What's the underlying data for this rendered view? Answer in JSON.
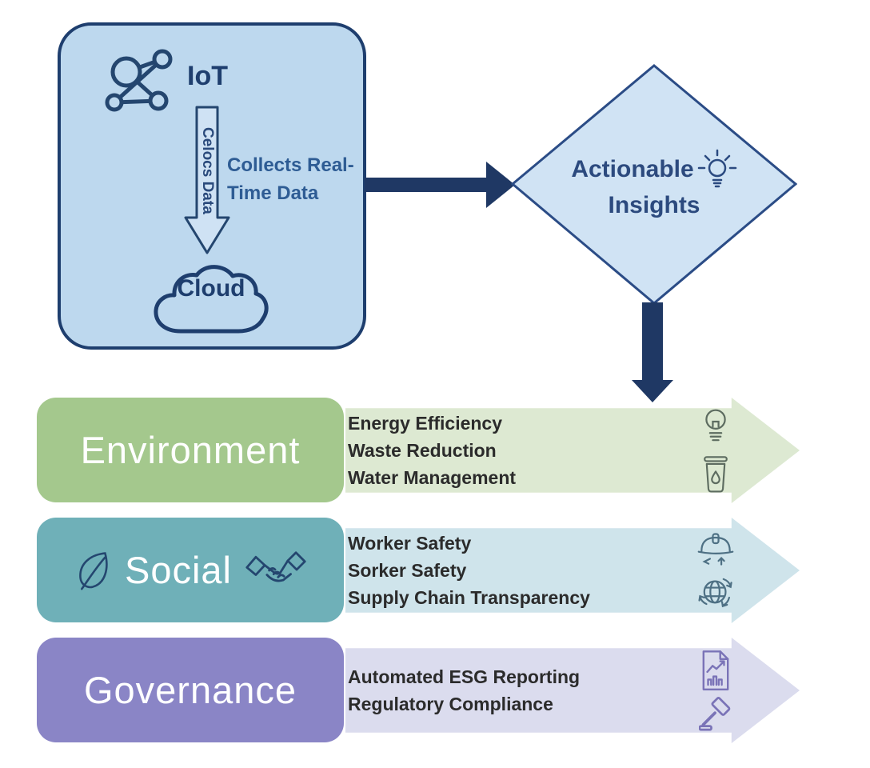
{
  "iot_box": {
    "icon": "iot-network-icon",
    "title": "IoT",
    "vertical_arrow_label": "Celocs Data",
    "collect_label": "Collects Real-Time Data",
    "cloud_label": "Cloud"
  },
  "diamond": {
    "icon": "insight-lightbulb-icon",
    "line1": "Actionable",
    "line2": "Insights"
  },
  "rows": [
    {
      "label": "Environment",
      "items": [
        "Energy Efficiency",
        "Waste Reduction",
        "Water Management"
      ],
      "icons": [
        "lightbulb-icon",
        "trash-water-icon"
      ],
      "label_color": "#a4c88d",
      "band_color": "#dde9d2"
    },
    {
      "label": "Social",
      "label_icons": [
        "leaf-icon",
        "handshake-icon"
      ],
      "items": [
        "Worker Safety",
        "Sorker Safety",
        "Supply Chain Transparency"
      ],
      "icons": [
        "hard-hat-icon",
        "globe-arrows-icon"
      ],
      "label_color": "#6fb0b8",
      "band_color": "#cfe4eb"
    },
    {
      "label": "Governance",
      "items": [
        "Automated ESG Reporting",
        "Regulatory Compliance"
      ],
      "icons": [
        "esg-report-icon",
        "gavel-icon"
      ],
      "label_color": "#8a85c6",
      "band_color": "#dbdcee"
    }
  ],
  "colors": {
    "navy_arrow": "#1f3864",
    "iot_box_fill": "#bdd8ee",
    "iot_box_border": "#1e3e6e",
    "diamond_fill": "#d0e3f4",
    "diamond_border": "#2b4c86",
    "band_text": "#2b2b2b",
    "page_background": "#ffffff"
  }
}
